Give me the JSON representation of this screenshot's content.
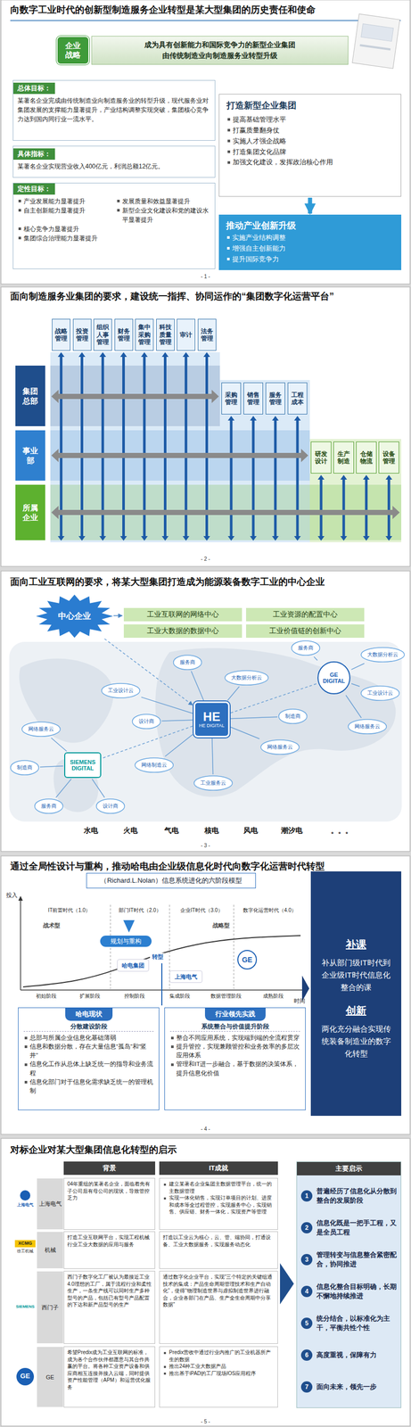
{
  "diagram": {
    "nodes": [
      {
        "text": [
          "企业战略"
        ]
      },
      {
        "text": [
          "成为具有创新能力和国际竞争力的新型企业集团",
          "由传统制造业向制造服务业转型升级"
        ]
      },
      {
        "text": [
          "总体目标：",
          "某著名企业完成由传统制造业向制造服务业的转型升级，现代服务业对集团发展的支撑能力显著提升，产业结构调整实现突破，集团核心竞争力达到国内同行业一流水平。"
        ]
      },
      {
        "text": [
          "具体指标：",
          "某著名企业实现营业收入400亿元，利润总额12亿元。"
        ]
      },
      {
        "text": [
          "定性目标：",
          "产业发展能力显著提升",
          "自主创新能力显著提升",
          "核心竞争力显著提升",
          "集团综合治理能力显著提升",
          "发展质量和效益显著提升",
          "新型企业文化建设和党的建设水平显著提升"
        ]
      },
      {
        "text": [
          "打造新型企业集团",
          "提高基础管理水平",
          "打赢质量翻身仗",
          "实施人才强企战略",
          "打造集团文化品牌",
          "加强文化建设，发挥政治核心作用"
        ]
      },
      {
        "text": [
          "推动产业创新升级",
          "实施产业结构调整",
          "增强自主创新能力",
          "提升国际竞争力"
        ]
      },
      {
        "text": [
          "集团总部"
        ]
      },
      {
        "text": [
          "事业部"
        ]
      },
      {
        "text": [
          "所属企业"
        ]
      },
      {
        "text": [
          "战略管理"
        ]
      },
      {
        "text": [
          "投资管理"
        ]
      },
      {
        "text": [
          "组织人事管理"
        ]
      },
      {
        "text": [
          "财务管理"
        ]
      },
      {
        "text": [
          "集中采购管理"
        ]
      },
      {
        "text": [
          "科技质量管理"
        ]
      },
      {
        "text": [
          "审计"
        ]
      },
      {
        "text": [
          "法务管理"
        ]
      },
      {
        "text": [
          "采购管理"
        ]
      },
      {
        "text": [
          "销售管理"
        ]
      },
      {
        "text": [
          "服务管理"
        ]
      },
      {
        "text": [
          "工程成本"
        ]
      },
      {
        "text": [
          "研发设计"
        ]
      },
      {
        "text": [
          "生产制造"
        ]
      },
      {
        "text": [
          "仓储物流"
        ]
      },
      {
        "text": [
          "设备管理"
        ]
      },
      {
        "text": [
          "中心企业"
        ]
      },
      {
        "text": [
          "工业互联网的网络中心"
        ]
      },
      {
        "text": [
          "工业资源的配置中心"
        ]
      },
      {
        "text": [
          "工业大数据的数据中心"
        ]
      },
      {
        "text": [
          "工业价值链的创新中心"
        ]
      },
      {
        "text": [
          "HE",
          "HE DIGITAL"
        ]
      },
      {
        "text": [
          "SIEMENS DIGITAL"
        ]
      },
      {
        "text": [
          "GE DIGITAL"
        ]
      },
      {
        "text": [
          "大数据分析云"
        ]
      },
      {
        "text": [
          "服务商"
        ]
      },
      {
        "text": [
          "工业设计云"
        ]
      },
      {
        "text": [
          "设计商"
        ]
      },
      {
        "text": [
          "网络制造云"
        ]
      },
      {
        "text": [
          "工业服务云"
        ]
      },
      {
        "text": [
          "网络服务云"
        ]
      },
      {
        "text": [
          "制造商"
        ]
      },
      {
        "text": [
          "网络服务云"
        ]
      },
      {
        "text": [
          "制造商"
        ]
      },
      {
        "text": [
          "服务商"
        ]
      },
      {
        "text": [
          "设计商"
        ]
      },
      {
        "text": [
          "大数据分析云"
        ]
      },
      {
        "text": [
          "工业设计云"
        ]
      },
      {
        "text": [
          "网络服务云"
        ]
      },
      {
        "text": [
          "服务商"
        ]
      },
      {
        "text": [
          "（Richard.L.Nolan）信息系统进化的六阶段模型"
        ]
      },
      {
        "text": [
          "规划与重构"
        ]
      },
      {
        "text": [
          "哈电集团"
        ]
      },
      {
        "text": [
          "上海电气"
        ]
      },
      {
        "text": [
          "GE"
        ]
      },
      {
        "text": [
          "哈电现状",
          "分散建设阶段",
          "总部与所属企业信息化基础薄弱",
          "信息和数据分散，存在大量信息“孤岛”和“竖井”",
          "信息化工作从总体上缺乏统一的指导和业务流程",
          "信息化部门对于信息化需求缺乏统一的管理机制"
        ]
      },
      {
        "text": [
          "行业领先实践",
          "系统整合与价值提升阶段",
          "整合不同应用系统，实现端到端的全流程贯穿",
          "提升管控，实现兼顾管控和业务效率的多层次应用体系",
          "管理和IT进一步融合，基于数据的决策体系，提升信息化价值"
        ]
      },
      {
        "text": [
          "补课",
          "补从部门级IT时代到企业级IT时代信息化整合的课",
          "创新",
          "两化充分融合实现传统装备制造业的数字化转型"
        ]
      },
      {
        "text": [
          "背景"
        ]
      },
      {
        "text": [
          "IT成就"
        ]
      },
      {
        "text": [
          "主要启示"
        ]
      },
      {
        "text": [
          "上海电气"
        ]
      },
      {
        "text": [
          "机械"
        ]
      },
      {
        "text": [
          "西门子"
        ]
      },
      {
        "text": [
          "GE"
        ]
      },
      {
        "text": [
          "04年重组的某著名企业，面临着先有子公司后有母公司的现状，导致管控乏力"
        ]
      },
      {
        "text": [
          "打造工业互联网平台，实现工程机械行业工业大数据的应用与服务"
        ]
      },
      {
        "text": [
          "西门子数字化工厂被认为最接近工业4.0理想的工厂，属于流程行业和柔性生产，一条生产线可以同时生产多种型号的产品，包括已有型号产品配置的下达和新产品型号的生产"
        ]
      },
      {
        "text": [
          "希望Predix成为工业互联网的标准，成为各个合作伙伴都愿意与其合作共赢的平台。将各种工业资产设备和供应商相互连接并接入云端，同时提供资产性能管理（APM）和运营优化服务"
        ]
      },
      {
        "text": [
          "建立某著名企业集团主数据管理平台，统一的主数据管理",
          "实现一体化销售，实现订单项目的计划、进度和成本等全过程管控，实现服务中心，实现销售、供应链、财务一体化，实现资产等管理"
        ]
      },
      {
        "text": [
          "打造以工业云为核心，云、管、端协同，打通设备、工业大数据服务，实现服务动态化"
        ]
      },
      {
        "text": [
          "通过数字化企业平台，实现“三个特定的关键组通技术的集成：产品生命周期管理技术和生产自动化”，使得“物理制造世界与虚拟制造世界进行融合，企业各部门在产品、生产全生命周期中分享数据”"
        ]
      },
      {
        "text": [
          "Predix营收中通过行业内推广的工业机器所产生的数据",
          "推出24种工业大数据产品",
          "推出基于iPAD的工厂现场IOS应用程序"
        ]
      },
      {
        "text": [
          "1",
          "普遍经历了信息化从分散到整合的发展阶段"
        ],
        "in": 60
      },
      {
        "text": [
          "2",
          "信息化既是一把手工程，又是全员工程"
        ],
        "in": 60
      },
      {
        "text": [
          "3",
          "管理转变与信息整合紧密配合，协同推进"
        ],
        "in": 60
      },
      {
        "text": [
          "4",
          "信息化整合目标明确，长期不懈地持续推进"
        ],
        "in": 60
      },
      {
        "text": [
          "5",
          "统分结合，以标准化为主干，平衡共性个性"
        ],
        "in": 60
      },
      {
        "text": [
          "6",
          "高度重视，保障有力"
        ],
        "in": 60
      },
      {
        "text": [
          "7",
          "面向未来，领先一步"
        ],
        "in": 60
      }
    ],
    "edges": [
      {
        "from": 5,
        "to": 6,
        "arrow": "to"
      },
      {
        "from": 26,
        "to": 31,
        "arrow": "to"
      },
      {
        "from": 31,
        "to": 34,
        "arrow": "none"
      },
      {
        "from": 31,
        "to": 35,
        "arrow": "none"
      },
      {
        "from": 31,
        "to": 36,
        "arrow": "none"
      },
      {
        "from": 31,
        "to": 37,
        "arrow": "none"
      },
      {
        "from": 31,
        "to": 38,
        "arrow": "none"
      },
      {
        "from": 31,
        "to": 39,
        "arrow": "none"
      },
      {
        "from": 31,
        "to": 40,
        "arrow": "none"
      },
      {
        "from": 31,
        "to": 41,
        "arrow": "none"
      },
      {
        "from": 32,
        "to": 42,
        "arrow": "none"
      },
      {
        "from": 32,
        "to": 43,
        "arrow": "none"
      },
      {
        "from": 32,
        "to": 44,
        "arrow": "none"
      },
      {
        "from": 32,
        "to": 45,
        "arrow": "none"
      },
      {
        "from": 33,
        "to": 46,
        "arrow": "none"
      },
      {
        "from": 33,
        "to": 47,
        "arrow": "none"
      },
      {
        "from": 33,
        "to": 48,
        "arrow": "none"
      },
      {
        "from": 33,
        "to": 49,
        "arrow": "none"
      },
      {
        "from": 31,
        "to": 32,
        "arrow": "none"
      },
      {
        "from": 31,
        "to": 33,
        "arrow": "none"
      }
    ],
    "labels": [
      "向数字工业时代的创新型制造服务企业转型是某大型集团的历史责任和使命",
      "- 1 -",
      "面向制造服务业集团的要求，建设统一指挥、协同运作的“集团数字化运营平台”",
      "- 2 -",
      "面向工业互联网的要求，将某大型集团打造成为能源装备数字工业的中心企业",
      "水电",
      "火电",
      "气电",
      "核电",
      "风电",
      "潮汐电",
      "。。。",
      "- 3 -",
      "通过全局性设计与重构，推动哈电由企业级信息化时代向数字化运营时代转型",
      "投入",
      "IT前置时代（1.0）",
      "部门IT时代（2.0）",
      "企业IT时代（3.0）",
      "数字化运营时代（4.0）",
      "战术型",
      "战略型",
      "转型",
      "初始阶段",
      "扩展阶段",
      "控制阶段",
      "集成阶段",
      "数据管理阶段",
      "成熟阶段",
      "时间",
      "- 4 -",
      "对标企业对某大型集团信息化转型的启示",
      "上海电气",
      "XCMG",
      "徐工机械",
      "SIEMENS",
      "GE",
      "- 5 -"
    ]
  }
}
